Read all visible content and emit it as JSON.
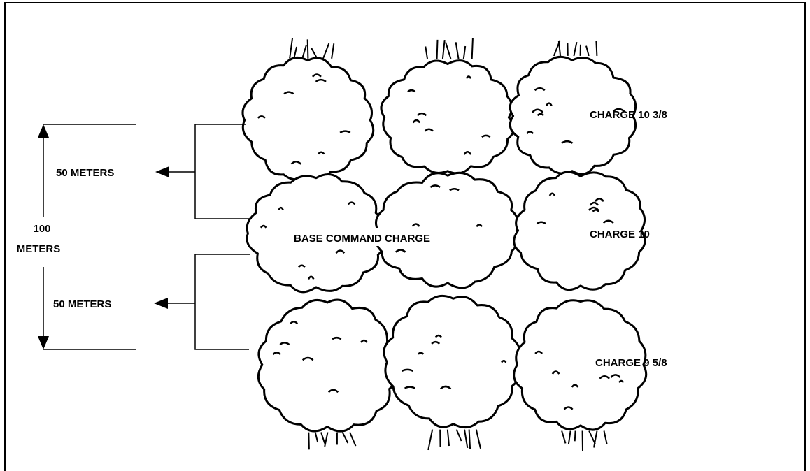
{
  "labels": {
    "top_interval": "50 METERS",
    "bottom_interval": "50 METERS",
    "total_number": "100",
    "total_unit": "METERS",
    "base_charge": "BASE COMMAND CHARGE",
    "charge_top": "CHARGE 10 3/8",
    "charge_middle": "CHARGE 10",
    "charge_bottom": "CHARGE 9 5/8"
  },
  "colors": {
    "ink": "#000000",
    "background": "#ffffff"
  },
  "layout": {
    "burst_rows": 3,
    "burst_columns": 3
  }
}
